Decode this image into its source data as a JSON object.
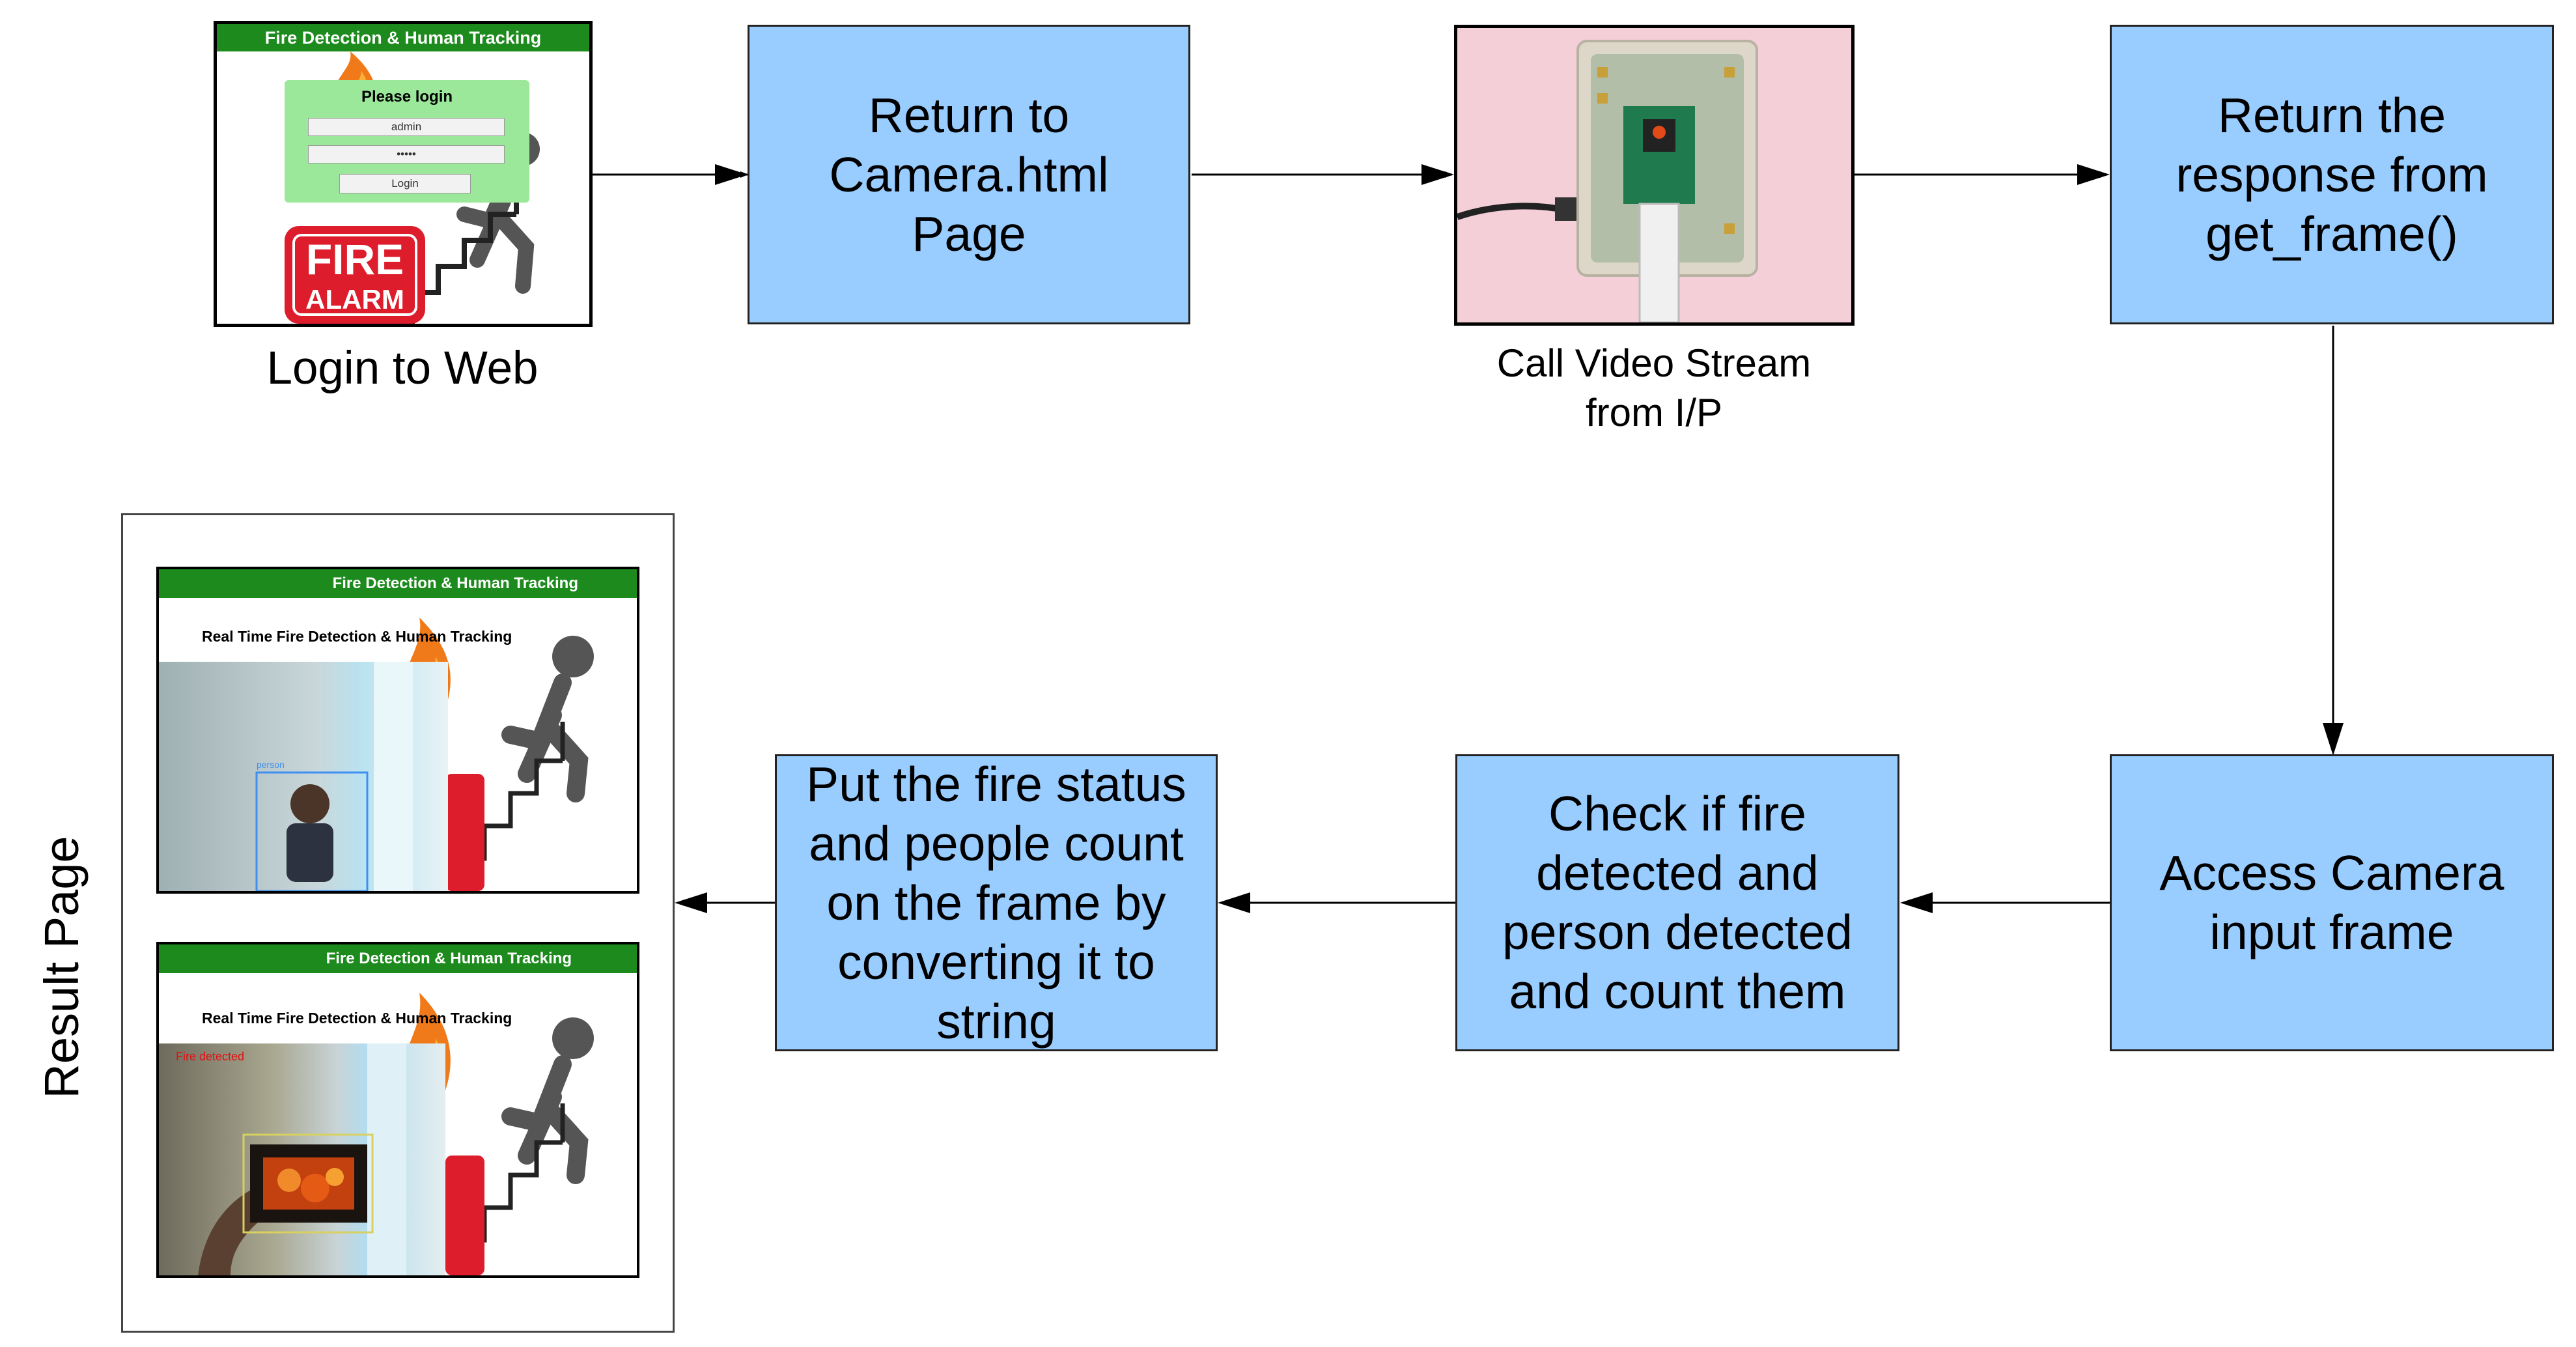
{
  "login_screenshot": {
    "header": "Fire Detection & Human Tracking",
    "form_title": "Please login",
    "username_value": "admin",
    "password_value": "•••••",
    "login_button": "Login",
    "alarm_top": "FIRE",
    "alarm_bottom": "ALARM"
  },
  "login_caption": "Login to Web",
  "box_camera_html": [
    "Return to",
    "Camera.html",
    "Page"
  ],
  "camera_caption": [
    "Call Video Stream",
    "from I/P"
  ],
  "box_return_response": [
    "Return the",
    "response from",
    "get_frame()"
  ],
  "box_access_camera": [
    "Access Camera",
    "input frame"
  ],
  "box_check_fire": [
    "Check if fire",
    "detected and",
    "person detected",
    "and count them"
  ],
  "box_put_status": [
    "Put the fire status",
    "and people count",
    "on the frame by",
    "converting it to",
    "string"
  ],
  "result_label": "Result Page",
  "result_screens": [
    {
      "header": "Fire Detection & Human Tracking",
      "subtitle": "Real Time Fire Detection & Human Tracking",
      "detection_label": "person"
    },
    {
      "header": "Fire Detection & Human Tracking",
      "subtitle": "Real Time Fire Detection & Human Tracking",
      "detection_label": "Fire detected"
    }
  ],
  "colors": {
    "box_fill": "#99ccff",
    "header_green": "#1d8a1d",
    "alarm_red": "#dd1c2c",
    "login_panel": "#9be89b"
  }
}
